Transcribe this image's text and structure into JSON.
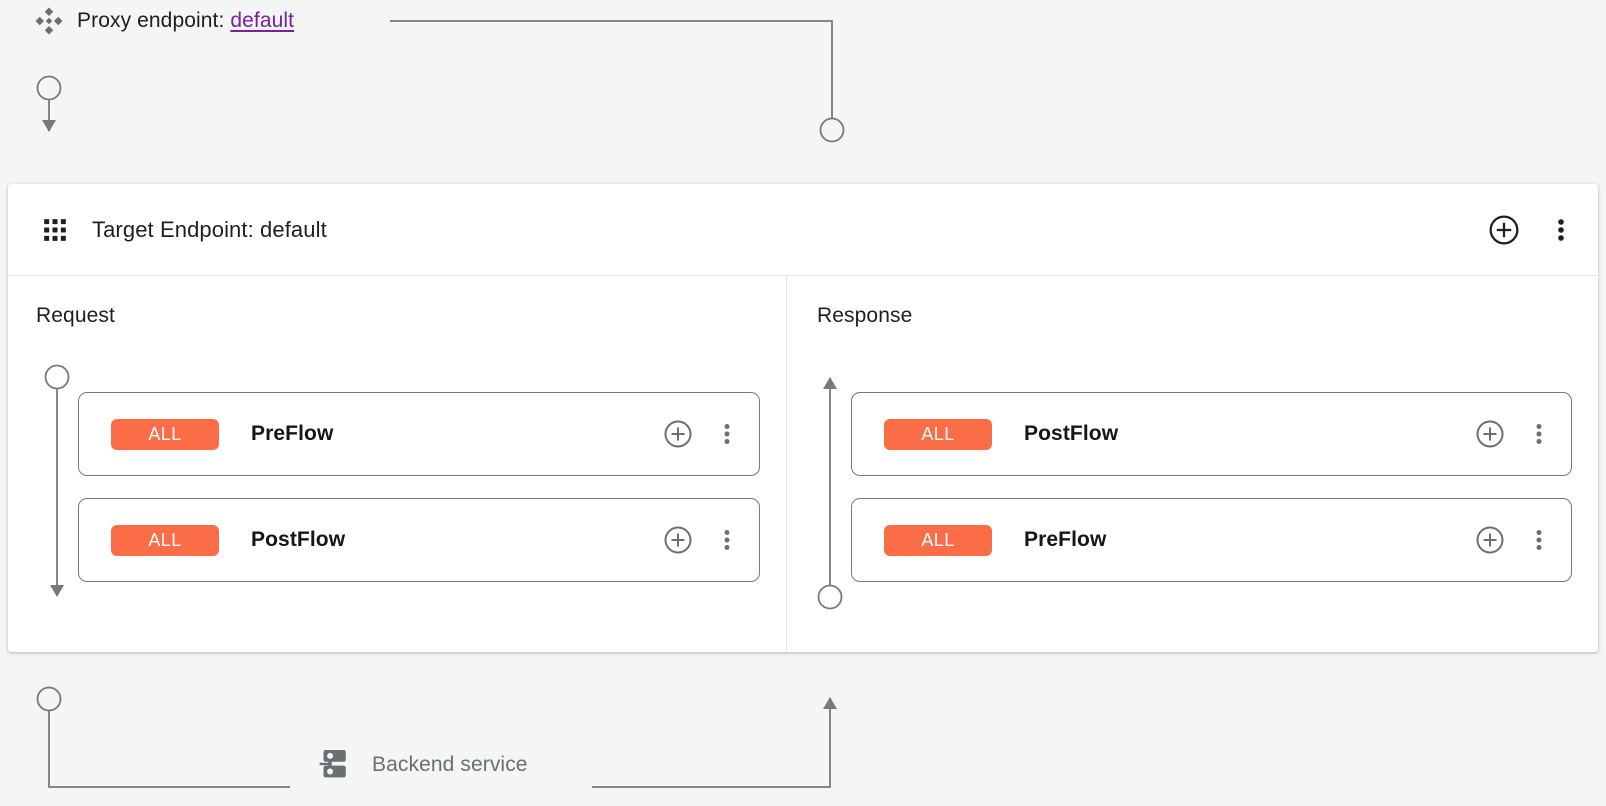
{
  "page": {
    "background_color": "#f4f5f5",
    "accent_color": "#fa6d46",
    "link_color": "#7b1fa2",
    "wire_color": "#77797c"
  },
  "proxy_endpoint": {
    "icon": "proxy-diamond-icon",
    "label_prefix": "Proxy endpoint: ",
    "link_text": "default"
  },
  "target_panel": {
    "icon": "apps-grid-icon",
    "title": "Target Endpoint: default",
    "actions": {
      "add_label": "add-circle-icon",
      "menu_label": "more-vert-icon"
    },
    "columns": [
      {
        "id": "request",
        "title": "Request",
        "direction": "down",
        "flows": [
          {
            "badge": "ALL",
            "name": "PreFlow"
          },
          {
            "badge": "ALL",
            "name": "PostFlow"
          }
        ]
      },
      {
        "id": "response",
        "title": "Response",
        "direction": "up",
        "flows": [
          {
            "badge": "ALL",
            "name": "PostFlow"
          },
          {
            "badge": "ALL",
            "name": "PreFlow"
          }
        ]
      }
    ]
  },
  "backend": {
    "icon": "server-stack-icon",
    "label": "Backend service"
  }
}
